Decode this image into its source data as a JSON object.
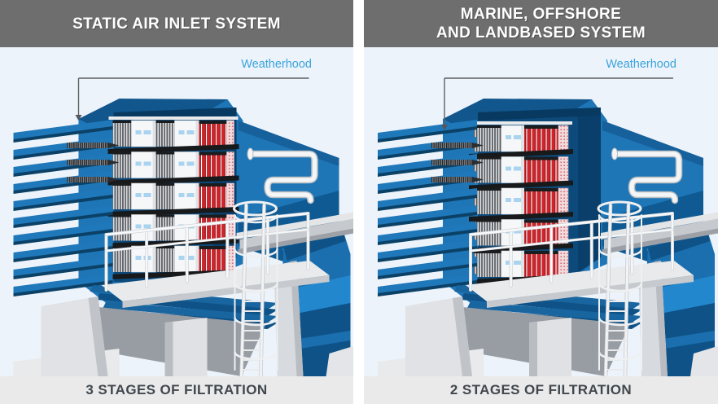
{
  "panels": [
    {
      "name": "static-air-inlet",
      "header_line1": "STATIC AIR INLET SYSTEM",
      "header_line2": "",
      "callout_label": "Weatherhood",
      "footer": "3 STAGES OF FILTRATION",
      "filter_stages": 3
    },
    {
      "name": "marine-offshore-landbased",
      "header_line1": "MARINE, OFFSHORE",
      "header_line2": "AND LANDBASED SYSTEM",
      "callout_label": "Weatherhood",
      "footer": "2 STAGES OF FILTRATION",
      "filter_stages": 2
    }
  ],
  "colors": {
    "header_bar": "#6e6e6e",
    "footer_bar": "#eaeaea",
    "footer_text": "#40474d",
    "panel_background": "#edf3fa",
    "callout_text": "#3aa3dc",
    "leader_line": "#5d6063",
    "housing_blue": "#1e76b7",
    "housing_dark_blue": "#0d4a7c",
    "housing_accent_blue": "#2387cd",
    "filter_red": "#d2232a",
    "structure_gray": "#e0e2e5"
  }
}
